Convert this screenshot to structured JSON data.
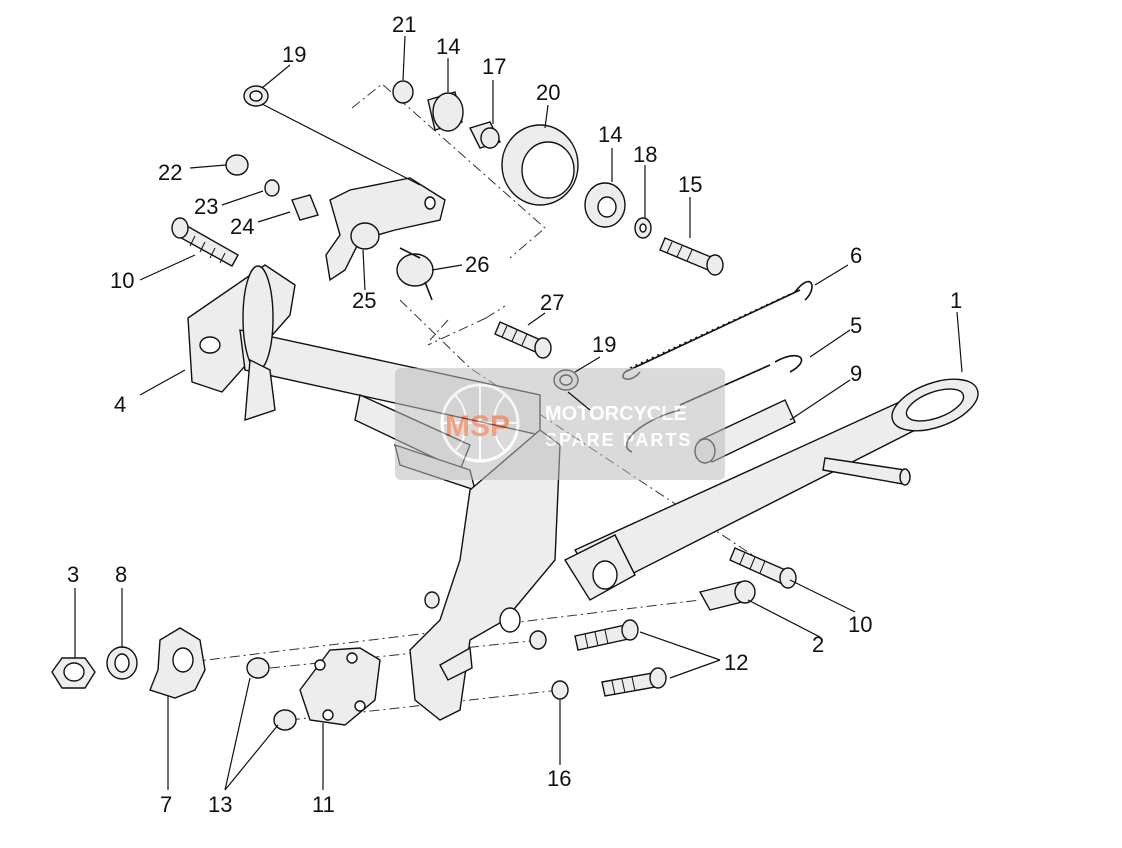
{
  "callouts": [
    "1",
    "2",
    "3",
    "4",
    "5",
    "6",
    "7",
    "8",
    "9",
    "10",
    "10",
    "11",
    "12",
    "13",
    "14",
    "14",
    "15",
    "16",
    "17",
    "18",
    "19",
    "19",
    "20",
    "21",
    "22",
    "23",
    "24",
    "25",
    "26",
    "27"
  ],
  "watermark": {
    "logo": "MSP",
    "line1": "MOTORCYCLE",
    "line2": "SPARE PARTS",
    "color": "#e8541d"
  }
}
